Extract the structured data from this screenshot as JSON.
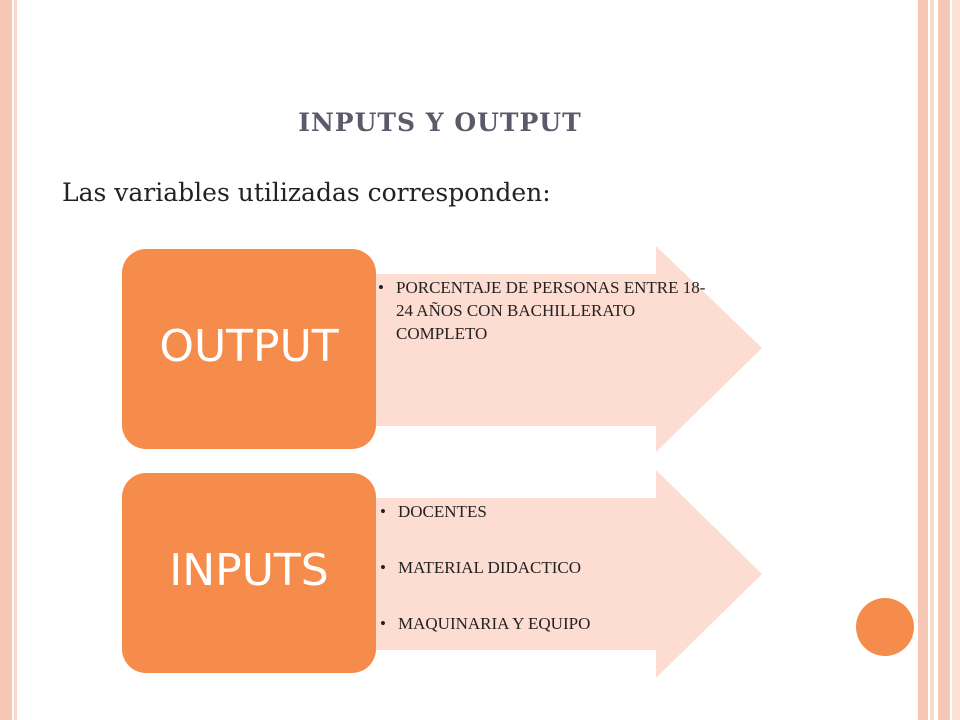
{
  "slide": {
    "title": "INPUTS Y OUTPUT",
    "subtitle": "Las variables utilizadas corresponden:"
  },
  "colors": {
    "box": "#f58c4b",
    "arrow": "#fddcd2",
    "accent_circle": "#f58c4b",
    "border": "#f7c7b5"
  },
  "output": {
    "label": "OUTPUT",
    "items": [
      {
        "text": "PORCENTAJE DE PERSONAS ENTRE 18-24 AÑOS CON BACHILLERATO COMPLETO"
      }
    ]
  },
  "inputs": {
    "label": "INPUTS",
    "items": [
      {
        "text": "DOCENTES"
      },
      {
        "text": "MATERIAL DIDACTICO"
      },
      {
        "text": "MAQUINARIA Y EQUIPO"
      }
    ]
  }
}
